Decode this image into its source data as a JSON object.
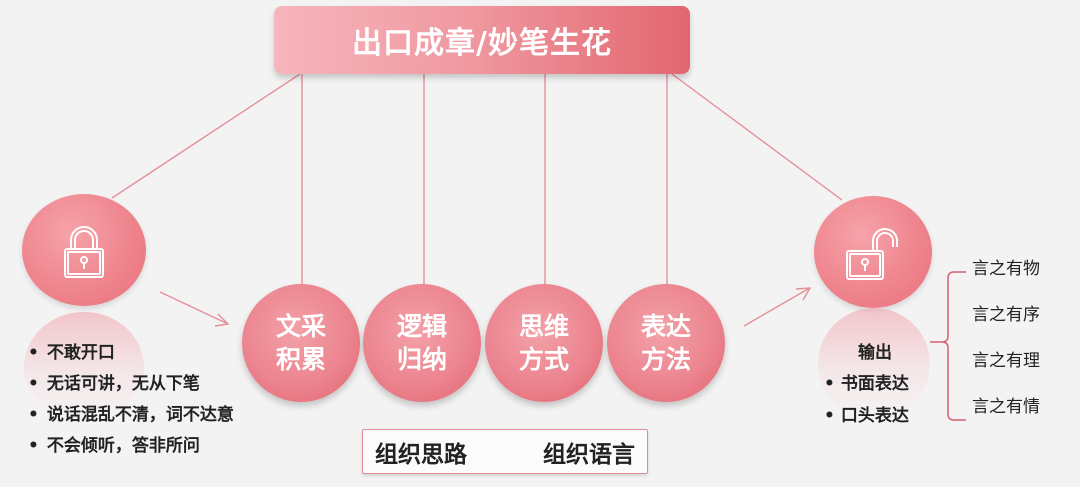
{
  "title": "出口成章/妙笔生花",
  "accent_color": "#ec8590",
  "left_lock": {
    "icon": "lock-closed-icon"
  },
  "right_lock": {
    "icon": "lock-open-icon"
  },
  "problems": [
    "不敢开口",
    "无话可讲，无从下笔",
    "说话混乱不清，词不达意",
    "不会倾听，答非所问"
  ],
  "methods": [
    {
      "line1": "文采",
      "line2": "积累"
    },
    {
      "line1": "逻辑",
      "line2": "归纳"
    },
    {
      "line1": "思维",
      "line2": "方式"
    },
    {
      "line1": "表达",
      "line2": "方法"
    }
  ],
  "output": {
    "title": "输出",
    "items": [
      "书面表达",
      "口头表达"
    ]
  },
  "principles": [
    "言之有物",
    "言之有序",
    "言之有理",
    "言之有情"
  ],
  "bottom": {
    "left": "组织思路",
    "right": "组织语言"
  }
}
